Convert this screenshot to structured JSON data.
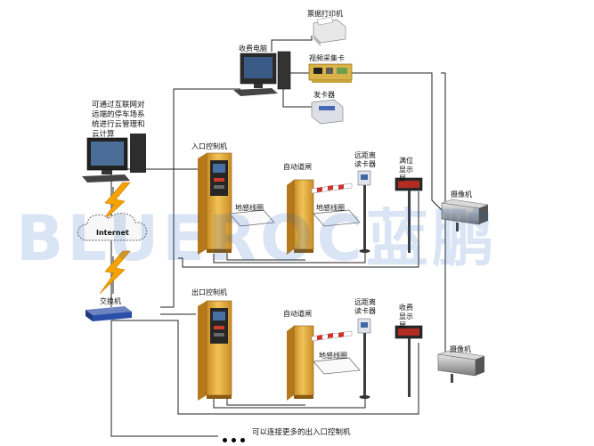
{
  "labels": {
    "printer": "票据打印机",
    "charge_pc": "收费电脑",
    "video_card": "视频采集卡",
    "card_dispenser": "发卡器",
    "remote_note": "可通过互联网对远端的停车场系统进行云管理和云计算",
    "internet": "Internet",
    "switch": "交换机",
    "entry_controller": "入口控制机",
    "auto_gate_entry": "自动道闸",
    "long_range_reader_entry": "远距离读卡器",
    "display_entry": "满位显示屏",
    "loop_entry_1": "地感线圈",
    "loop_entry_2": "地感线圈",
    "camera_entry": "摄像机",
    "exit_controller": "出口控制机",
    "auto_gate_exit": "自动道闸",
    "long_range_reader_exit": "远距离读卡器",
    "display_exit": "收费显示屏",
    "loop_exit": "地感线圈",
    "camera_exit": "摄像机",
    "more_note": "可以连接更多的出入口控制机"
  },
  "watermark": "BLUEROC蓝鹏",
  "colors": {
    "lightning": "#f4a300",
    "gate_body": "#e0a63a",
    "barrier_red": "#d2322d",
    "switch_blue": "#2b4fa8",
    "wire": "#222222",
    "watermark": "#1d5fbf"
  }
}
